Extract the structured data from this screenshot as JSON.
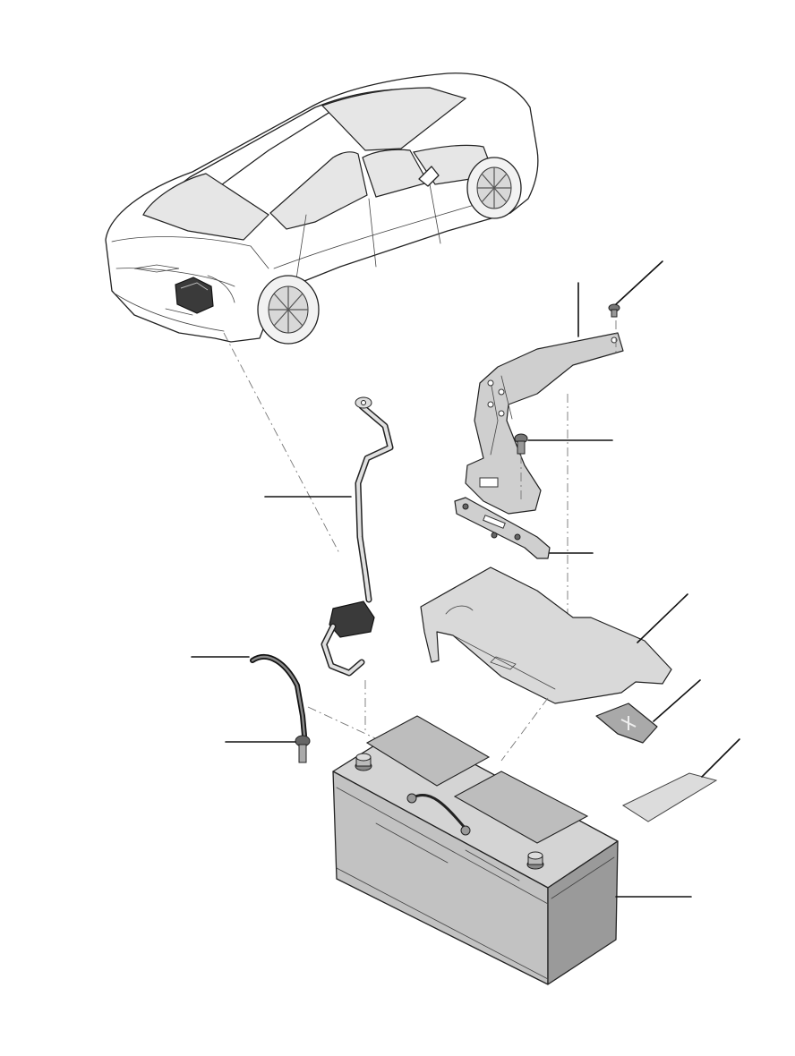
{
  "diagram": {
    "parts": [
      {
        "id": "car",
        "label": ""
      },
      {
        "id": "bracket-screw-top",
        "label": ""
      },
      {
        "id": "support-bracket",
        "label": ""
      },
      {
        "id": "bracket-bolt",
        "label": ""
      },
      {
        "id": "battery-cable",
        "label": ""
      },
      {
        "id": "clamp-plate",
        "label": ""
      },
      {
        "id": "battery-tray-cover",
        "label": ""
      },
      {
        "id": "ground-strap",
        "label": ""
      },
      {
        "id": "terminal-cap",
        "label": ""
      },
      {
        "id": "ground-bolt",
        "label": ""
      },
      {
        "id": "warning-label",
        "label": ""
      },
      {
        "id": "battery",
        "label": ""
      }
    ]
  }
}
